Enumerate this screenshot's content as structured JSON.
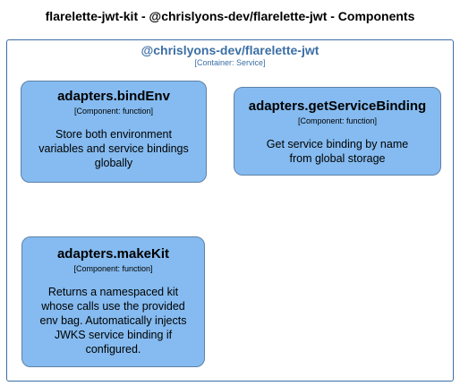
{
  "diagram": {
    "title": "flarelette-jwt-kit - @chrislyons-dev/flarelette-jwt - Components",
    "boundary": {
      "name": "@chrislyons-dev/flarelette-jwt",
      "type": "[Container: Service]"
    },
    "components": [
      {
        "name": "adapters.bindEnv",
        "type": "[Component: function]",
        "description": [
          "Store both environment",
          "variables and service bindings",
          "globally"
        ]
      },
      {
        "name": "adapters.getServiceBinding",
        "type": "[Component: function]",
        "description": [
          "Get service binding by name",
          "from global storage"
        ]
      },
      {
        "name": "adapters.makeKit",
        "type": "[Component: function]",
        "description": [
          "Returns a namespaced kit",
          "whose calls use the provided",
          "env bag. Automatically injects",
          "JWKS service binding if",
          "configured."
        ]
      }
    ],
    "colors": {
      "boundary_border": "#3b6ea5",
      "component_fill": "#85bbf0",
      "component_border": "#5d82a8"
    }
  }
}
